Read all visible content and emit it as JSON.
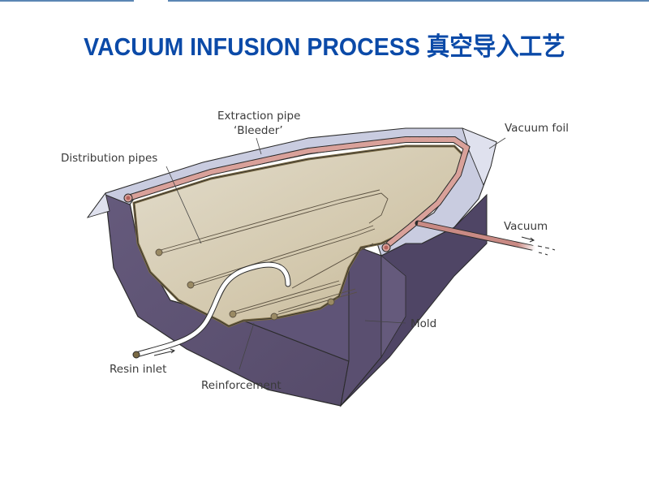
{
  "title": "VACUUM INFUSION PROCESS 真空导入工艺",
  "diagram": {
    "labels": {
      "extraction_pipe_line1": "Extraction pipe",
      "extraction_pipe_line2": "‘Bleeder’",
      "distribution_pipes": "Distribution pipes",
      "vacuum_foil": "Vacuum foil",
      "vacuum": "Vacuum",
      "mold": "Mold",
      "resin_inlet": "Resin inlet",
      "reinforcement": "Reinforcement"
    },
    "colors": {
      "title": "#0b4aa8",
      "mold": "#5d5273",
      "foil": "#c9cce0",
      "reinforcement": "#cdc2a4",
      "pipe": "#d9a19a",
      "label_text": "#3a3a3a"
    }
  }
}
